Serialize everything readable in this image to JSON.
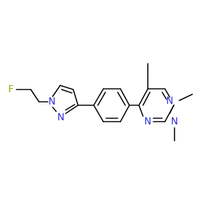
{
  "molecule": {
    "atoms": {
      "F": "F",
      "N_pyr1": "N",
      "N_pyr2": "N",
      "N_pm1": "N",
      "N_pm3": "N",
      "N_amine": "N"
    }
  },
  "colors": {
    "bond": "#000000",
    "nitrogen": "#2f2fd8",
    "fluorine": "#a0a000",
    "background": "#ffffff"
  }
}
